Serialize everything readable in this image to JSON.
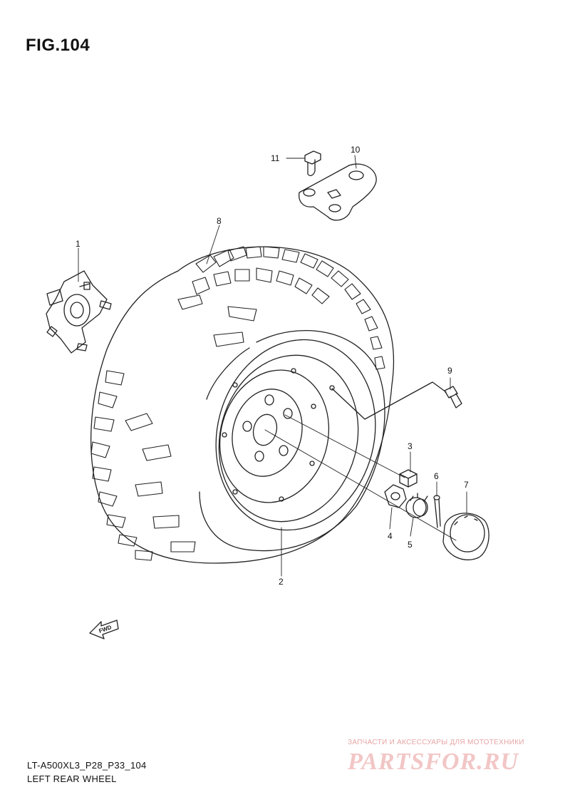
{
  "figure": {
    "title": "FIG.104"
  },
  "callouts": [
    {
      "id": "1",
      "label": "1"
    },
    {
      "id": "2",
      "label": "2"
    },
    {
      "id": "3",
      "label": "3"
    },
    {
      "id": "4",
      "label": "4"
    },
    {
      "id": "5",
      "label": "5"
    },
    {
      "id": "6",
      "label": "6"
    },
    {
      "id": "7",
      "label": "7"
    },
    {
      "id": "8",
      "label": "8"
    },
    {
      "id": "9",
      "label": "9"
    },
    {
      "id": "10",
      "label": "10"
    },
    {
      "id": "11",
      "label": "11"
    }
  ],
  "direction_arrow": {
    "label": "FWD"
  },
  "footer": {
    "model_code": "LT-A500XL3_P28_P33_104",
    "section_name": "LEFT REAR WHEEL"
  },
  "watermark": {
    "tagline": "ЗАПЧАСТИ И АКСЕССУАРЫ ДЛЯ МОТОТЕХНИКИ",
    "brand": "PARTSFOR.RU"
  },
  "colors": {
    "line": "#222222",
    "watermark": "#f2c6c6"
  }
}
